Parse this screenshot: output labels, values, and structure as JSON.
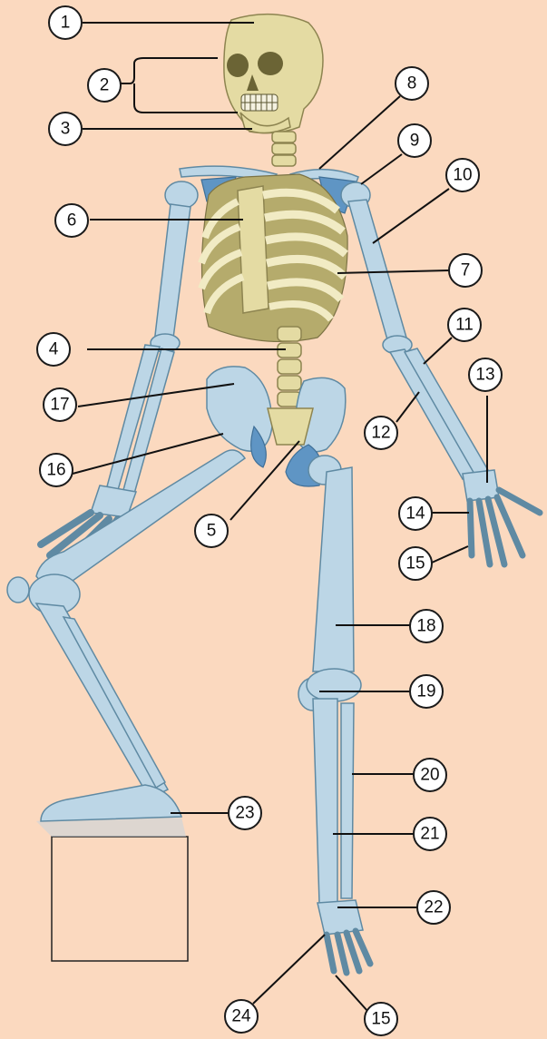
{
  "diagram": {
    "labels": [
      "1",
      "2",
      "3",
      "4",
      "5",
      "6",
      "7",
      "8",
      "9",
      "10",
      "11",
      "12",
      "13",
      "14",
      "15",
      "15",
      "16",
      "17",
      "18",
      "19",
      "20",
      "21",
      "22",
      "23",
      "24"
    ]
  },
  "colors": {
    "background": "#fbd9bf",
    "appendicular_bone": "#bcd6e6",
    "axial_bone": "#e4dba3",
    "accent_blue": "#5f95c4"
  }
}
